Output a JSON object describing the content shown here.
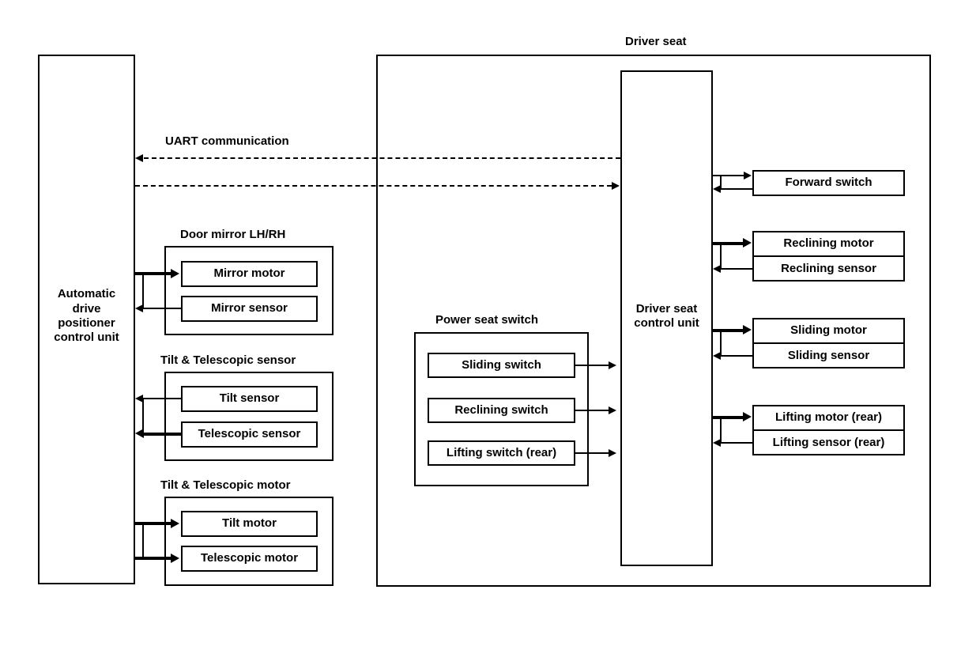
{
  "diagram": {
    "title_hidden": "",
    "labels": {
      "driver_seat": "Driver seat",
      "uart": "UART communication",
      "adp_unit": "Automatic\ndrive\npositioner\ncontrol unit",
      "seat_control_unit": "Driver seat\ncontrol unit",
      "door_mirror_group": "Door mirror LH/RH",
      "tilt_tele_sensor_group": "Tilt & Telescopic sensor",
      "tilt_tele_motor_group": "Tilt & Telescopic motor",
      "power_seat_switch_group": "Power seat switch"
    },
    "left_blocks": [
      {
        "id": "mirror-motor",
        "label": "Mirror motor",
        "direction": "to-device",
        "weight": "thick"
      },
      {
        "id": "mirror-sensor",
        "label": "Mirror sensor",
        "direction": "to-unit",
        "weight": "thin"
      },
      {
        "id": "tilt-sensor",
        "label": "Tilt sensor",
        "direction": "to-unit",
        "weight": "thin"
      },
      {
        "id": "telescopic-sensor",
        "label": "Telescopic sensor",
        "direction": "to-unit",
        "weight": "thick"
      },
      {
        "id": "tilt-motor",
        "label": "Tilt motor",
        "direction": "to-device",
        "weight": "thick"
      },
      {
        "id": "telescopic-motor",
        "label": "Telescopic motor",
        "direction": "to-device",
        "weight": "thick"
      }
    ],
    "power_seat_switches": [
      {
        "id": "sliding-switch",
        "label": "Sliding switch"
      },
      {
        "id": "reclining-switch",
        "label": "Reclining switch"
      },
      {
        "id": "lifting-switch-rear",
        "label": "Lifting switch (rear)"
      }
    ],
    "right_blocks": [
      {
        "id": "forward-switch",
        "label": "Forward switch",
        "direction": "bidirectional"
      },
      {
        "id": "reclining-motor",
        "label": "Reclining motor",
        "direction": "to-device",
        "weight": "thick"
      },
      {
        "id": "reclining-sensor",
        "label": "Reclining sensor",
        "direction": "to-unit",
        "weight": "thin"
      },
      {
        "id": "sliding-motor",
        "label": "Sliding motor",
        "direction": "to-device",
        "weight": "thick"
      },
      {
        "id": "sliding-sensor",
        "label": "Sliding sensor",
        "direction": "to-unit",
        "weight": "thin"
      },
      {
        "id": "lifting-motor-rear",
        "label": "Lifting motor (rear)",
        "direction": "to-device",
        "weight": "thick"
      },
      {
        "id": "lifting-sensor-rear",
        "label": "Lifting sensor (rear)",
        "direction": "to-unit",
        "weight": "thin"
      }
    ],
    "colors": {
      "stroke": "#000000",
      "background": "#ffffff"
    }
  }
}
